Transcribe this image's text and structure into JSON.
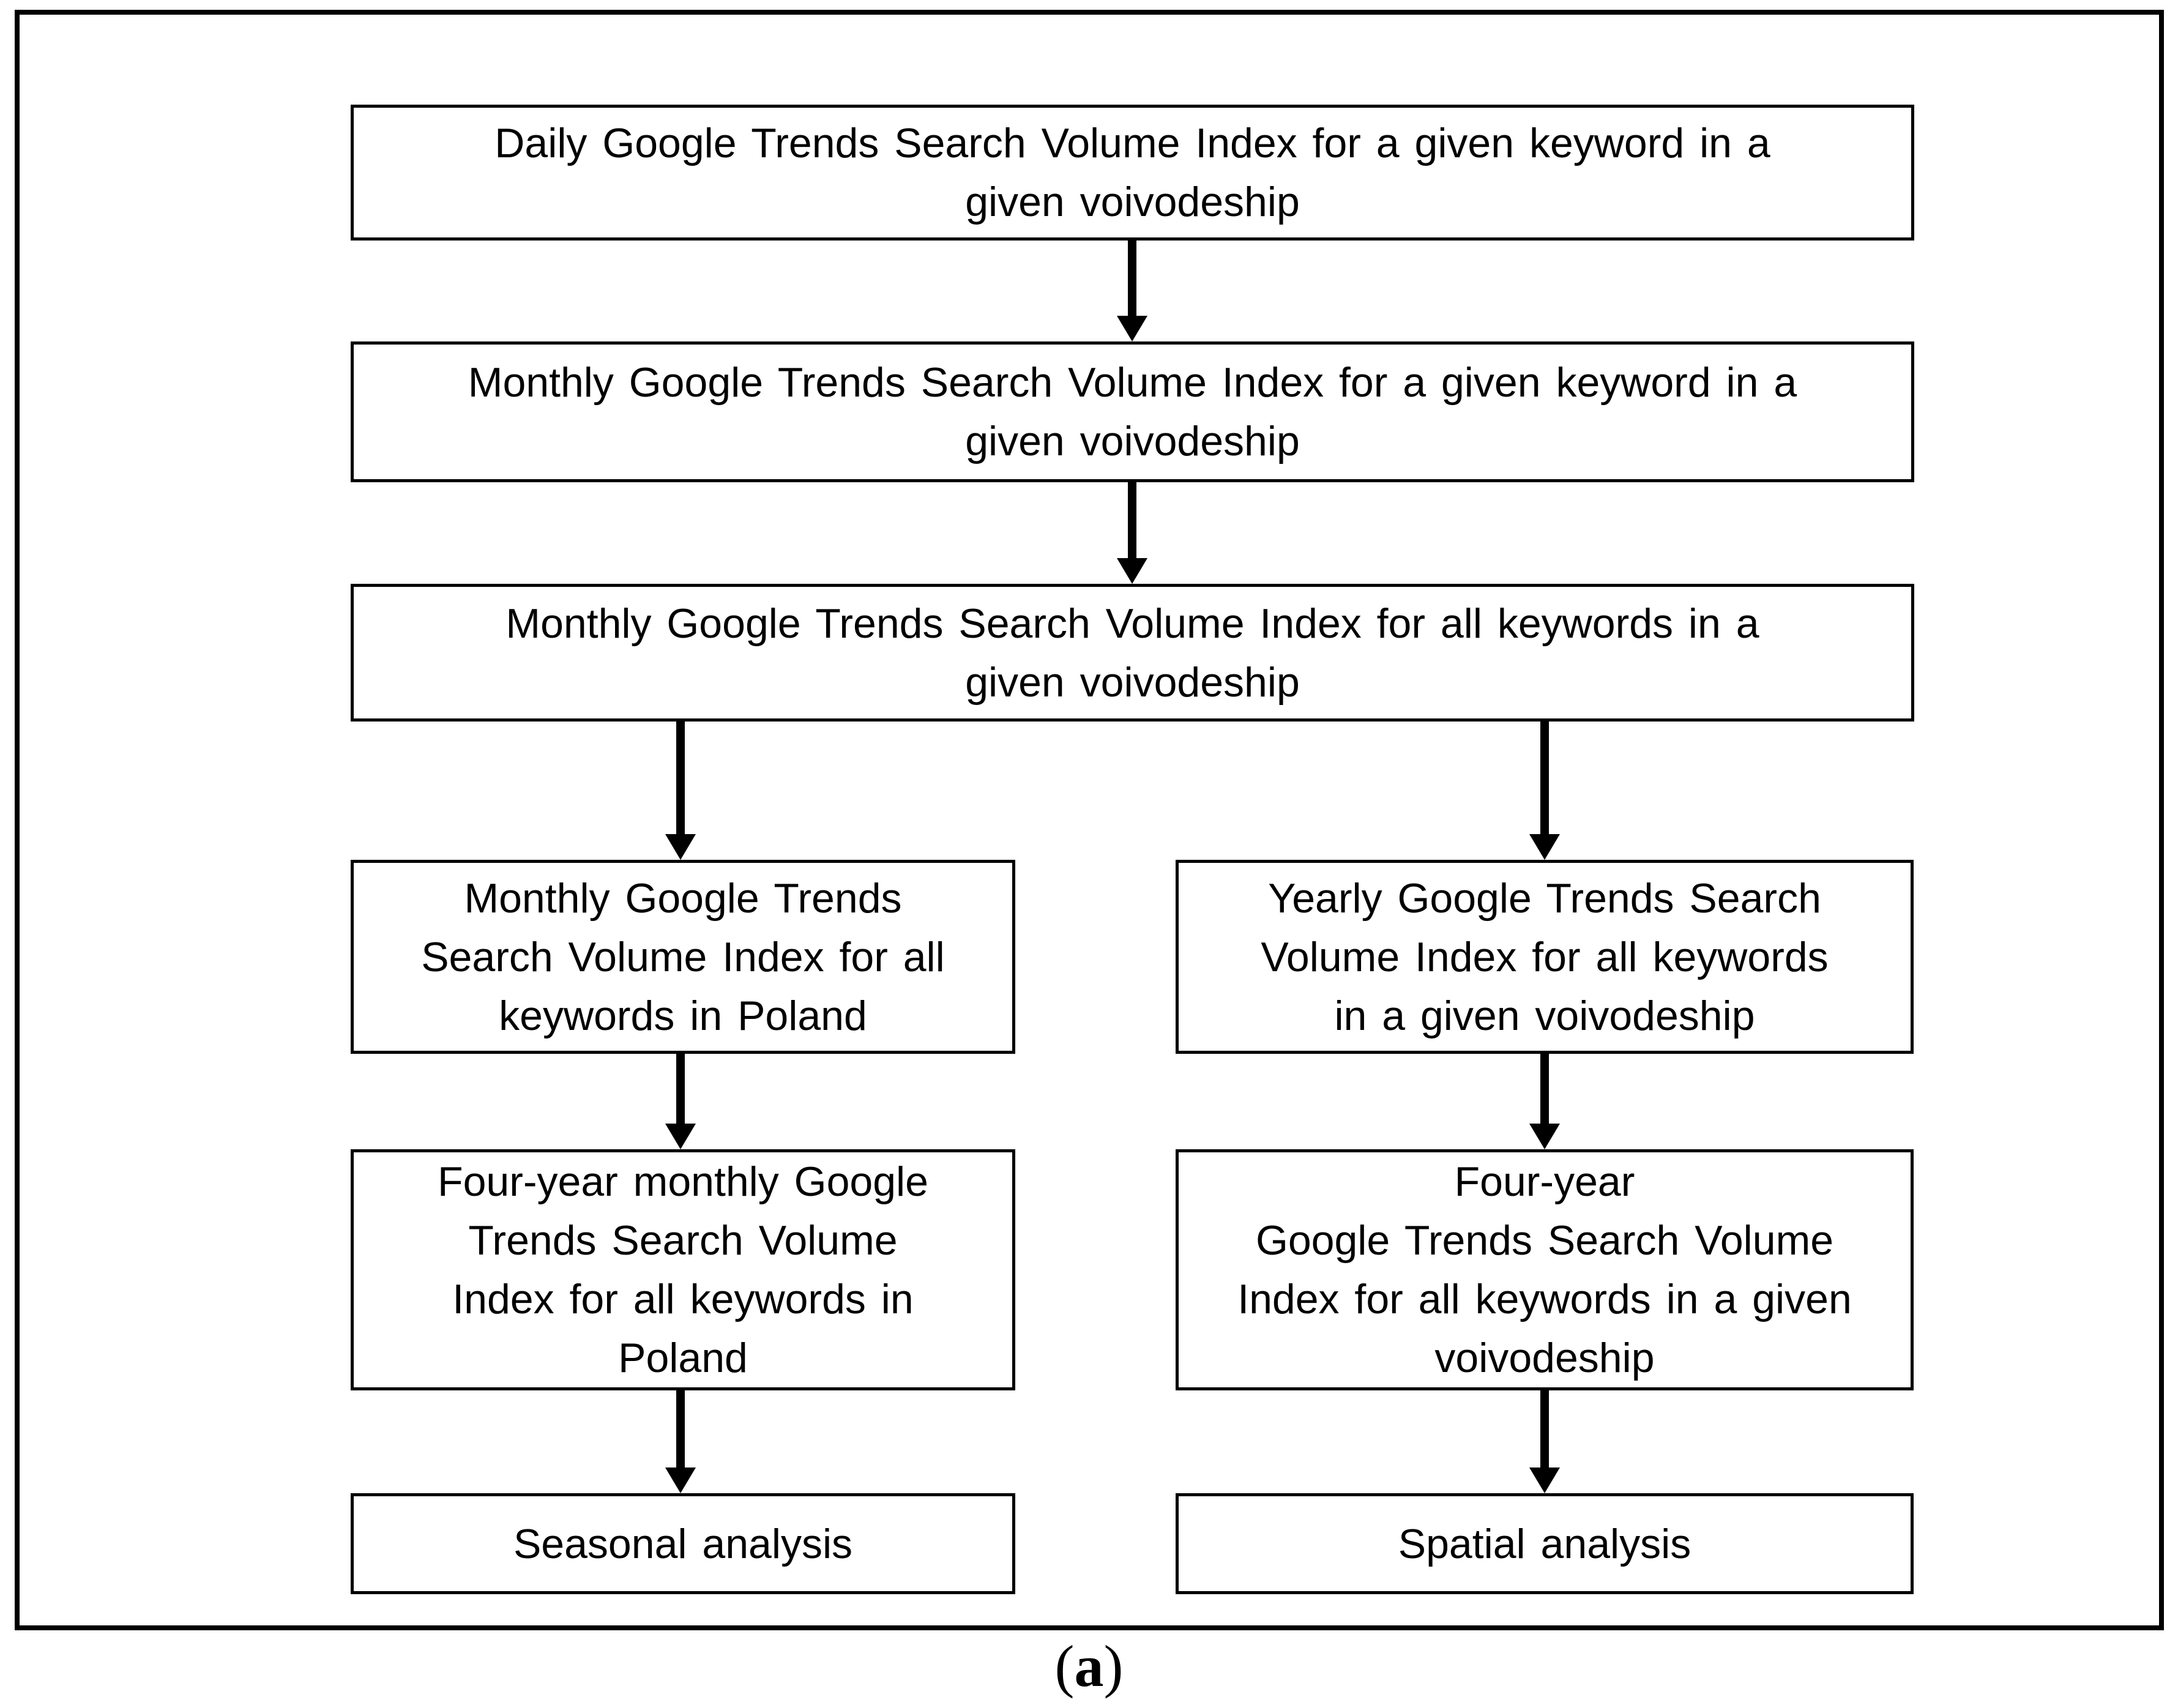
{
  "figure": {
    "colors": {
      "ink": "#000000",
      "background": "#ffffff"
    },
    "nodes": {
      "daily": {
        "text": "Daily Google Trends Search Volume Index for a given keyword in a\ngiven voivodeship"
      },
      "monthly_keyword": {
        "text": "Monthly Google Trends Search Volume Index for a given keyword in a\ngiven voivodeship"
      },
      "monthly_all": {
        "text": "Monthly Google Trends Search Volume Index for all keywords in a\ngiven voivodeship"
      },
      "monthly_poland": {
        "text": "Monthly Google Trends\nSearch Volume Index for all\nkeywords in Poland"
      },
      "yearly_voivodeship": {
        "text": "Yearly Google Trends Search\nVolume Index for all keywords\nin a given voivodeship"
      },
      "four_year_monthly_poland": {
        "text": "Four-year monthly Google\nTrends Search Volume\nIndex for all keywords in\nPoland"
      },
      "four_year_voivodeship": {
        "text": "Four-year\nGoogle Trends Search Volume\nIndex for all keywords in a given\nvoivodeship"
      },
      "seasonal": {
        "text": "Seasonal analysis"
      },
      "spatial": {
        "text": "Spatial analysis"
      }
    },
    "caption": {
      "open_paren": "(",
      "label": "a",
      "close_paren": ")"
    }
  }
}
